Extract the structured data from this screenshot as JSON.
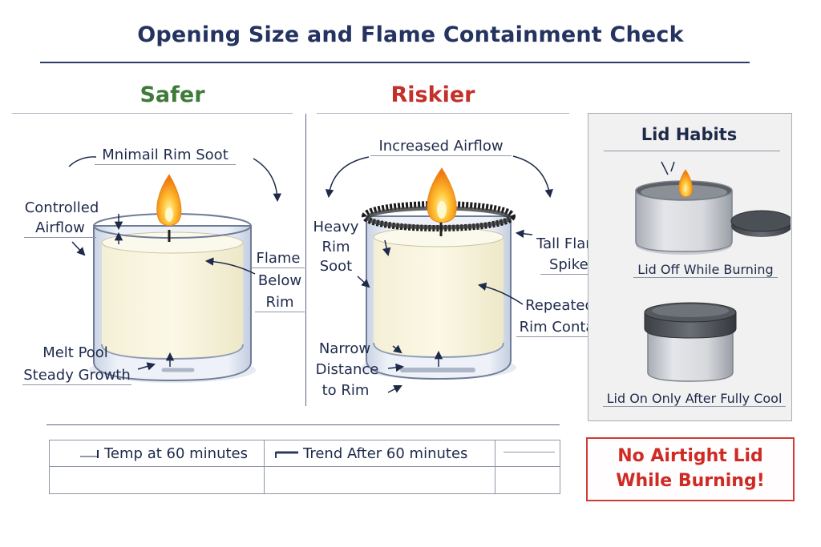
{
  "title": "Opening Size and Flame Containment Check",
  "safer": {
    "heading": "Safer",
    "labels": {
      "minimal_rim_soot": "Mnimail Rim Soot",
      "controlled_airflow_1": "Controlled",
      "controlled_airflow_2": "Airflow",
      "flame_below_rim_1": "Flame",
      "flame_below_rim_2": "Below",
      "flame_below_rim_3": "Rim",
      "melt_pool_1": "Melt Pool",
      "melt_pool_2": "Steady Growth"
    }
  },
  "riskier": {
    "heading": "Riskier",
    "labels": {
      "increased_airflow": "Increased Airflow",
      "heavy_rim_soot_1": "Heavy",
      "heavy_rim_soot_2": "Rim",
      "heavy_rim_soot_3": "Soot",
      "tall_flame_spikes_1": "Tall Flame",
      "tall_flame_spikes_2": "Spikes",
      "repeated_rim_contact_1": "Repeated",
      "repeated_rim_contact_2": "Rim Contact",
      "narrow_distance_1": "Narrow",
      "narrow_distance_2": "Distance",
      "narrow_distance_3": "to Rim"
    }
  },
  "lid_habits": {
    "title": "Lid Habits",
    "lid_off_caption": "Lid Off While Burning",
    "lid_on_caption": "Lid On Only After Fully Cool"
  },
  "table": {
    "col1": "Temp at 60 minutes",
    "col2": "Trend After 60 minutes"
  },
  "warning": {
    "line1": "No Airtight Lid",
    "line2": "While Burning!"
  },
  "colors": {
    "title": "#24335f",
    "safer": "#3f7a3a",
    "riskier": "#c4302b",
    "warning": "#d02a24"
  }
}
